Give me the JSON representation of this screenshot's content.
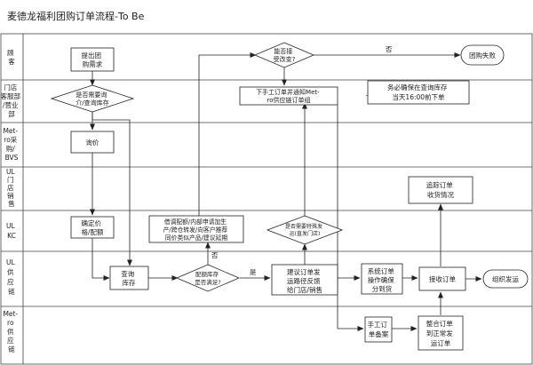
{
  "title": "麦德龙福利团购订单流程-To Be",
  "lanes": [
    {
      "id": "customer",
      "label": [
        "顾",
        "客"
      ]
    },
    {
      "id": "store",
      "label": [
        "门店",
        "客服部",
        "/营业",
        "部"
      ]
    },
    {
      "id": "metro_purchase",
      "label": [
        "Met-",
        "ro采",
        "购/",
        "BVS"
      ]
    },
    {
      "id": "ul_store_sales",
      "label": [
        "UL",
        "门",
        "店",
        "销",
        "售"
      ]
    },
    {
      "id": "ul_kc",
      "label": [
        "UL",
        "KC"
      ]
    },
    {
      "id": "ul_supply",
      "label": [
        "UL",
        "供",
        "应",
        "链"
      ]
    },
    {
      "id": "metro_supply",
      "label": [
        "Met-",
        "ro",
        "供",
        "应",
        "链"
      ]
    }
  ],
  "nodes": {
    "submit": [
      "提出团",
      "购需求"
    ],
    "need_inquiry": [
      "是否需要询",
      "介/查询库存"
    ],
    "inquiry": [
      "询价"
    ],
    "confirm_price": [
      "确定价",
      "格/配额"
    ],
    "check_stock": [
      "查询",
      "库存"
    ],
    "quota_ok": [
      "配额库存",
      "是否满足?"
    ],
    "alternatives": [
      "借调配额/内部申请加生",
      "产/跨仓转发/向客户推荐",
      "同价类似产品/建议延期"
    ],
    "delivery_q": [
      "是否需要特殊发",
      "运(直发门店)"
    ],
    "route_feedback": [
      "建议订单发",
      "运路径反馈",
      "给门店/销售"
    ],
    "accept_change": [
      "能否接",
      "受改变?"
    ],
    "group_fail": [
      "团购失败"
    ],
    "manual_order": [
      "下手工订单并通知Met-",
      "ro供应链订单组"
    ],
    "note": [
      "务必确保在查询库存",
      "当天16:00前下单"
    ],
    "track": [
      "追踪订单",
      "收货情况"
    ],
    "system_order": [
      "系统订单",
      "操作确保",
      "分到货"
    ],
    "receive_order": [
      "接收订单"
    ],
    "organize_ship": [
      "组织发运"
    ],
    "manual_record": [
      "手工订",
      "单备案"
    ],
    "merge_order": [
      "整合订单",
      "到正常发",
      "运订单"
    ]
  },
  "labels": {
    "no_top": "否",
    "no_mid": "否",
    "yes_mid": "是"
  }
}
